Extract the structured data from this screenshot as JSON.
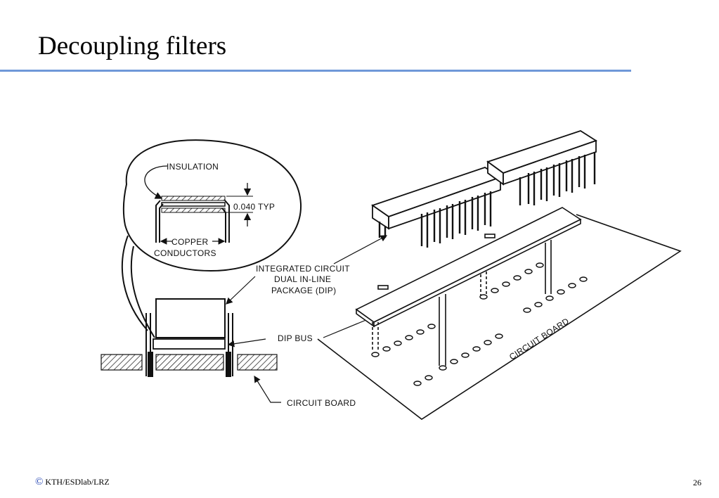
{
  "slide": {
    "title": "Decoupling filters",
    "page_number": "26",
    "footer": {
      "copyright_symbol": "©",
      "text": "KTH/ESDlab/LRZ"
    }
  },
  "diagram": {
    "labels": {
      "insulation": "INSULATION",
      "thickness": "0.040 TYP",
      "copper1": "COPPER",
      "copper2": "CONDUCTORS",
      "ic1": "INTEGRATED CIRCUIT",
      "ic2": "DUAL IN-LINE",
      "ic3": "PACKAGE (DIP)",
      "dip_bus": "DIP BUS",
      "circuit_board_bottom": "CIRCUIT BOARD",
      "circuit_board_rotated": "CIRCUIT BOARD"
    }
  },
  "colors": {
    "accent_rule": "#6f98d8",
    "copyright": "#1d3fb0"
  }
}
